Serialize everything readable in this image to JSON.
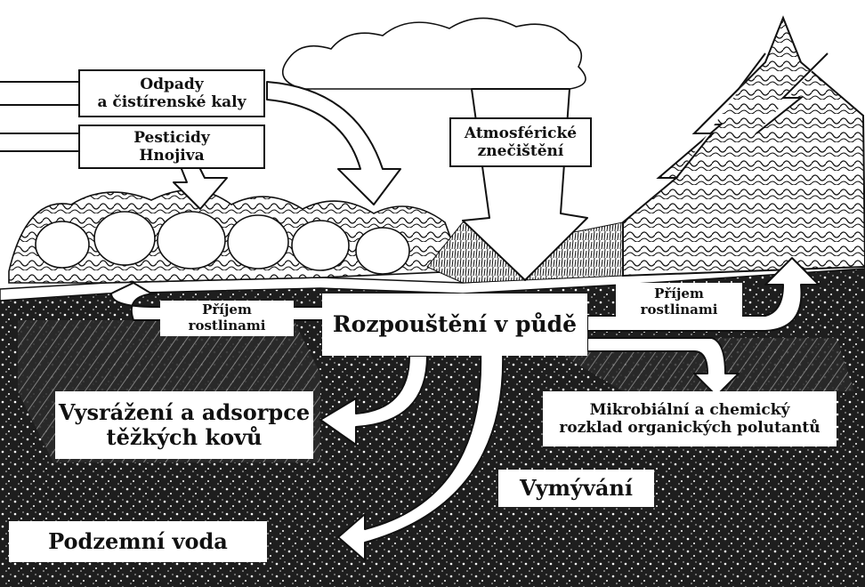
{
  "labels": {
    "waste_line1": "Odpady",
    "waste_line2": "a čistírenské kaly",
    "pesticides_line1": "Pesticidy",
    "pesticides_line2": "Hnojiva",
    "atmos_line1": "Atmosférické",
    "atmos_line2": "znečištění",
    "plant_uptake_left_line1": "Příjem",
    "plant_uptake_left_line2": "rostlinami",
    "plant_uptake_right_line1": "Příjem",
    "plant_uptake_right_line2": "rostlinami",
    "dissolution": "Rozpouštění v půdě",
    "precip_line1": "Vysrážení a adsorpce",
    "precip_line2": "těžkých kovů",
    "microbial_line1": "Mikrobiální a chemický",
    "microbial_line2": "rozklad organických polutantů",
    "leaching": "Vymývání",
    "groundwater": "Podzemní voda"
  },
  "icons": [
    "cloud-icon",
    "tree-icon",
    "cabbage-icon",
    "arrow-icon"
  ],
  "colors": {
    "ink": "#111111",
    "paper": "#ffffff",
    "soil_dark": "#1c1c1c",
    "soil_mid": "#4a4a4a"
  }
}
